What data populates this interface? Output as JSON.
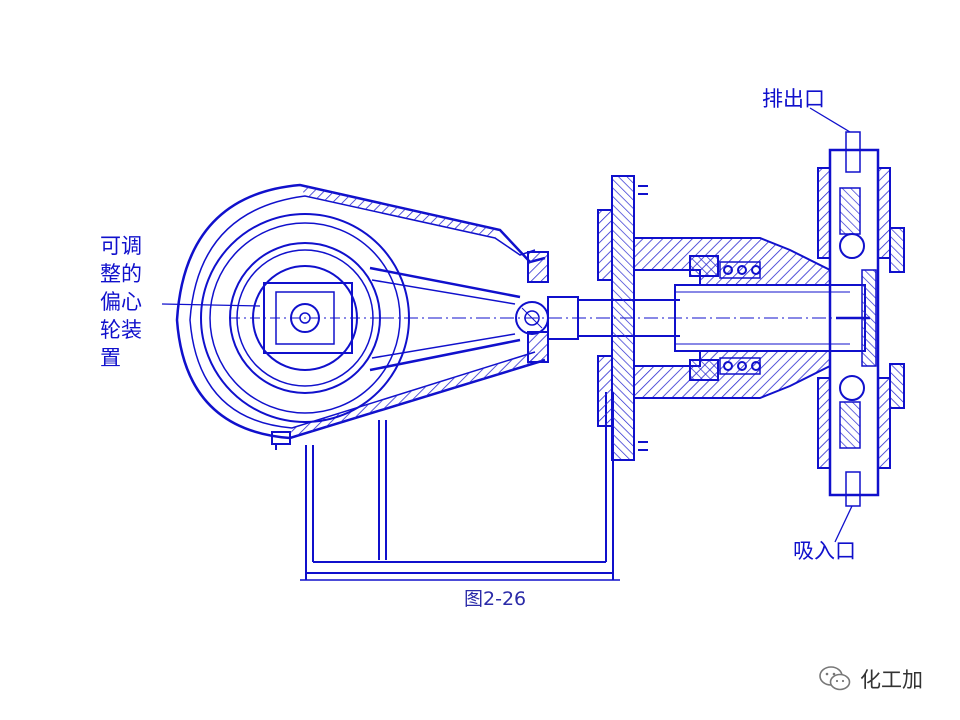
{
  "labels": {
    "eccentric_device": "可调整的偏心轮装置",
    "discharge_port": "排出口",
    "suction_port": "吸入口"
  },
  "caption": "图2-26",
  "watermark": {
    "text": "化工加",
    "icon": "wechat-icon"
  },
  "colors": {
    "line": "#1010cc",
    "hatch": "#2a2ad0",
    "text": "#1010cc",
    "watermark": "#333333"
  }
}
